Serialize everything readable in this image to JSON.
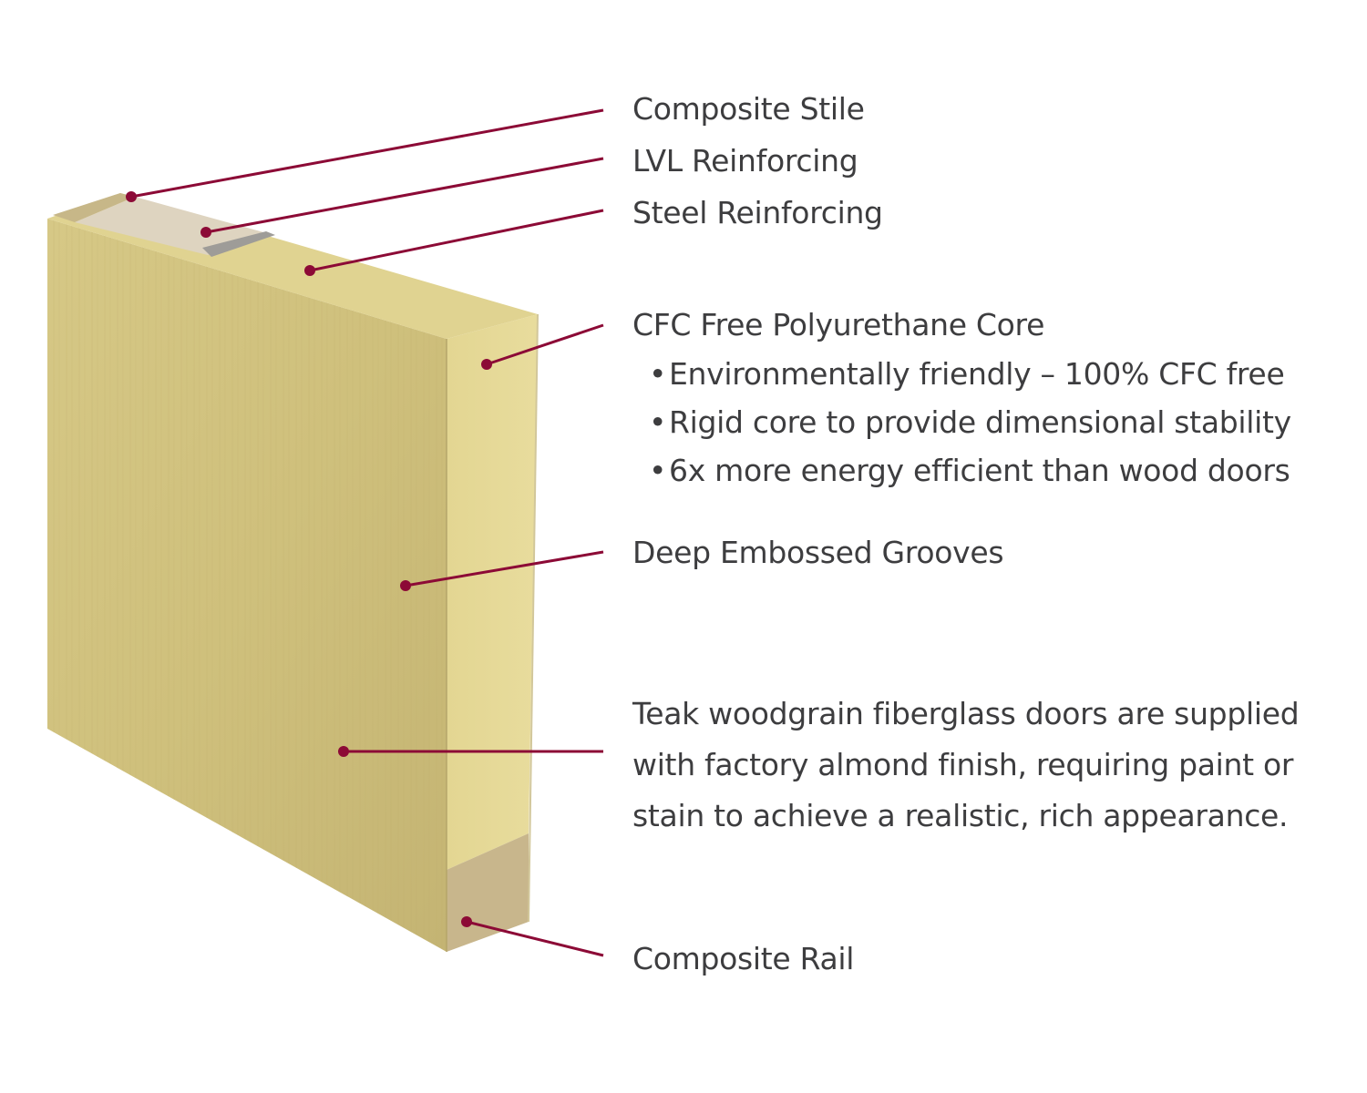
{
  "colors": {
    "leader_line": "#8c0a36",
    "text": "#3d3d3f",
    "face": "#cfc27f",
    "core_edge": "#e5d896",
    "composite": "#c9b98c"
  },
  "labels": {
    "composite_stile": "Composite Stile",
    "lvl_reinforcing": "LVL Reinforcing",
    "steel_reinforcing": "Steel Reinforcing",
    "core_title": "CFC Free Polyurethane Core",
    "core_bullets": [
      "Environmentally friendly – 100% CFC free",
      "Rigid core to provide dimensional stability",
      "6x more energy efficient than wood doors"
    ],
    "bullet_glyph": "•",
    "grooves": "Deep Embossed Grooves",
    "finish_lines": [
      "Teak woodgrain fiberglass doors are supplied",
      "with factory almond finish, requiring paint or",
      "stain to achieve a realistic, rich appearance."
    ],
    "composite_rail": "Composite Rail"
  }
}
